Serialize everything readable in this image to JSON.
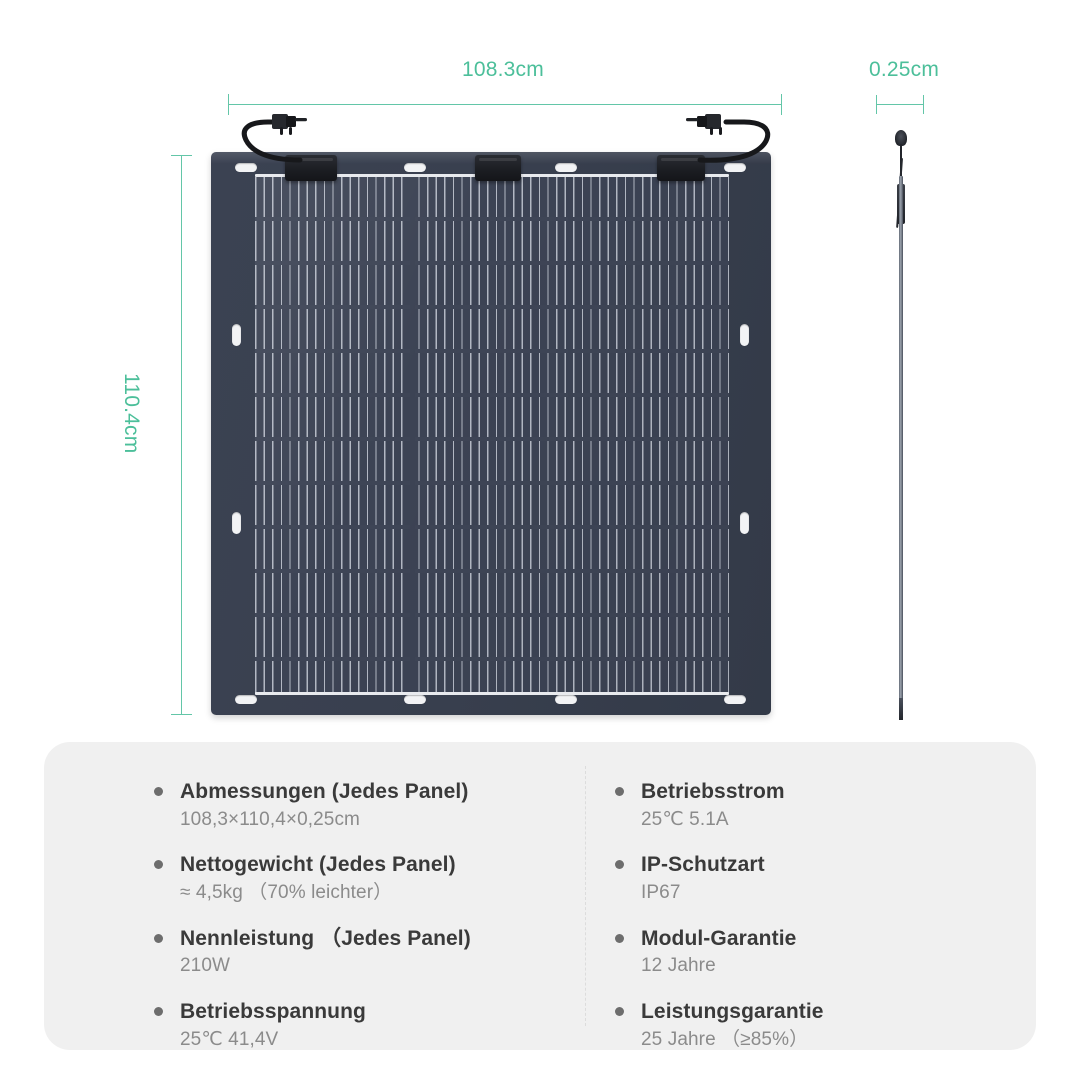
{
  "dimensions": {
    "width_label": "108.3cm",
    "height_label": "110.4cm",
    "thickness_label": "0.25cm",
    "accent_color": "#4cbf9a"
  },
  "product_view": {
    "front_view_name": "solar-panel-front-view",
    "side_view_name": "solar-panel-side-view",
    "frame_color": "#3b4252",
    "cell_color": "#3c4354",
    "finger_line_color": "#cdd2dc",
    "junction_box_color": "#1b1d22",
    "cable_color": "#1a1a1a"
  },
  "spec_panel": {
    "background_color": "#f0f0f0",
    "columns": [
      {
        "items": [
          {
            "title": "Abmessungen (Jedes Panel)",
            "value": "108,3×110,4×0,25cm"
          },
          {
            "title": "Nettogewicht (Jedes Panel)",
            "value": "≈ 4,5kg （70% leichter）"
          },
          {
            "title": "Nennleistung （Jedes Panel)",
            "value": "210W"
          },
          {
            "title": "Betriebsspannung",
            "value": "25℃ 41,4V"
          }
        ]
      },
      {
        "items": [
          {
            "title": "Betriebsstrom",
            "value": "25℃  5.1A"
          },
          {
            "title": "IP-Schutzart",
            "value": "IP67"
          },
          {
            "title": "Modul-Garantie",
            "value": "12 Jahre"
          },
          {
            "title": "Leistungsgarantie",
            "value": "25 Jahre （≥85%）"
          }
        ]
      }
    ]
  }
}
